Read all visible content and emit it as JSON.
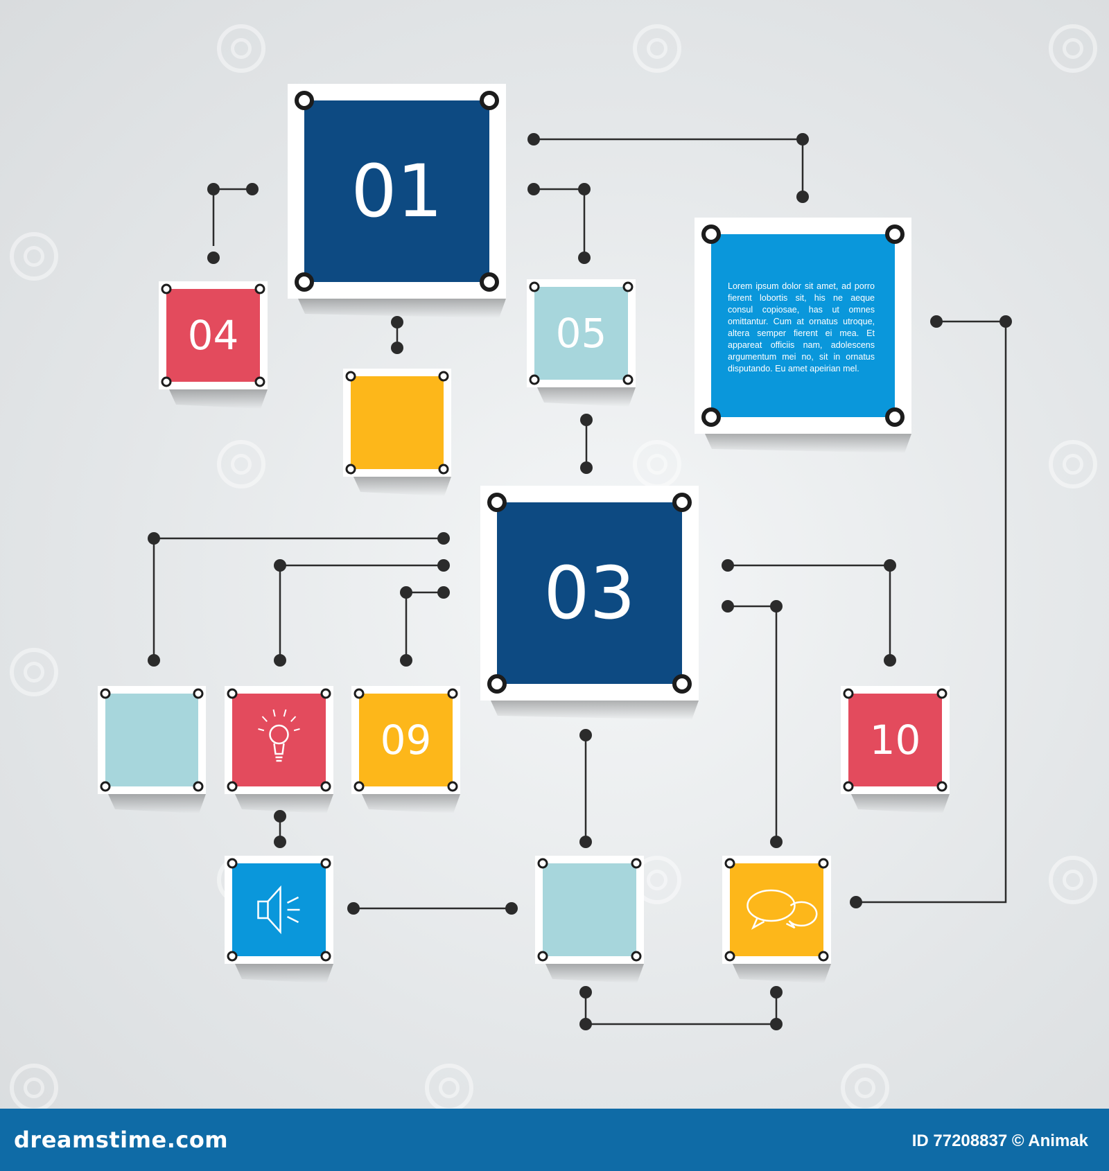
{
  "diagram": {
    "boxes": [
      {
        "id": "box-01",
        "label": "01",
        "color": "#0d4a82"
      },
      {
        "id": "box-02",
        "label": "",
        "color": "#fdb71a"
      },
      {
        "id": "box-03",
        "label": "03",
        "color": "#0d4a82"
      },
      {
        "id": "box-04",
        "label": "04",
        "color": "#e34b5d"
      },
      {
        "id": "box-05",
        "label": "05",
        "color": "#a7d6dc"
      },
      {
        "id": "box-text",
        "label": "",
        "color": "#0a97db"
      },
      {
        "id": "box-07",
        "label": "",
        "color": "#a7d6dc"
      },
      {
        "id": "box-idea",
        "label": "",
        "color": "#e34b5d",
        "icon": "lightbulb-icon"
      },
      {
        "id": "box-09",
        "label": "09",
        "color": "#fdb71a"
      },
      {
        "id": "box-10",
        "label": "10",
        "color": "#e34b5d"
      },
      {
        "id": "box-sound",
        "label": "",
        "color": "#0a97db",
        "icon": "speaker-icon"
      },
      {
        "id": "box-12",
        "label": "",
        "color": "#a7d6dc"
      },
      {
        "id": "box-chat",
        "label": "",
        "color": "#fdb71a",
        "icon": "chat-bubbles-icon"
      }
    ],
    "text_box": "Lorem ipsum dolor sit amet, ad porro fierent lobortis sit, his ne aeque consul copiosae, has ut omnes omittantur. Cum at ornatus utroque, altera semper fierent ei mea. Et appareat officiis nam, adolescens argumentum mei no, sit in ornatus disputando. Eu amet apeirian mel."
  },
  "footer": {
    "brand": "dreamstime.com",
    "id_credit": "ID 77208837 © Animak"
  },
  "colors": {
    "navy": "#0d4a82",
    "blue": "#0a97db",
    "light_teal": "#a7d6dc",
    "red": "#e34b5d",
    "yellow": "#fdb71a",
    "connector": "#2b2b2b",
    "footer": "#0f6ba6"
  }
}
